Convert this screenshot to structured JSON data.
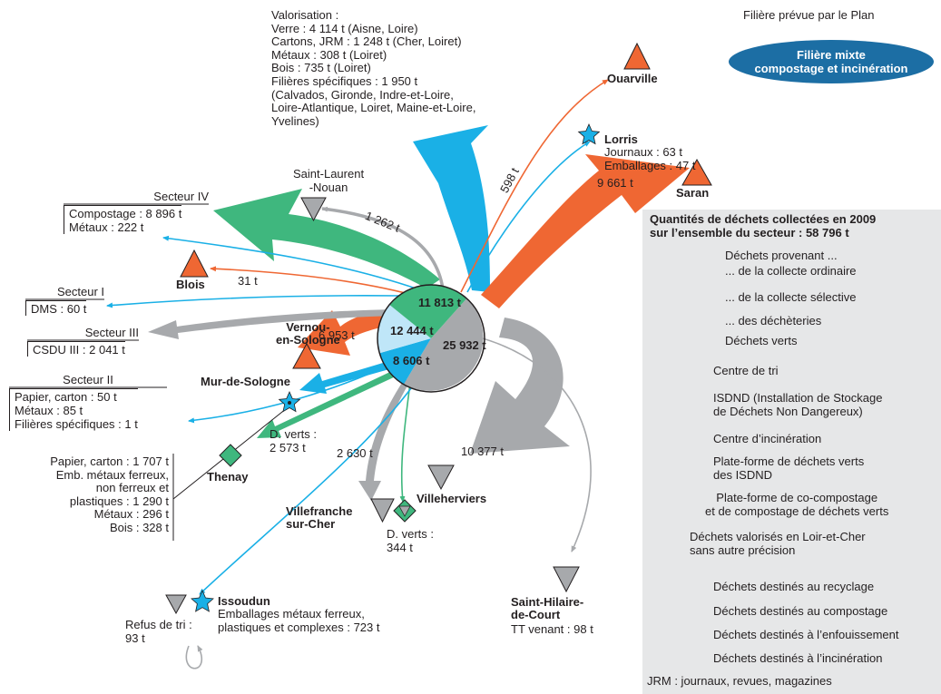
{
  "plan_label": "Filière prévue par le Plan",
  "plan_badge": "Filière mixte\ncompostage et incinération",
  "center_pie": {
    "values": {
      "ordinaire": "25 932 t",
      "verts": "11 813 t",
      "selective": "12 444 t",
      "decheteries": "8 606 t"
    },
    "colors": {
      "ordinaire": "#a7a9ac",
      "verts": "#3fb77e",
      "selective": "#bfe6f8",
      "decheteries": "#1ab0e6"
    }
  },
  "valorisation_text": "Valorisation :\nVerre : 4 114 t (Aisne, Loire)\nCartons, JRM : 1 248 t (Cher, Loiret)\nMétaux : 308 t (Loiret)\nBois : 735 t (Loiret)\nFilières spécifiques : 1 950 t\n(Calvados, Gironde, Indre-et-Loire,\nLoire-Atlantique, Loiret, Maine-et-Loire,\nYvelines)",
  "places": {
    "ouarville": "Ouarville",
    "lorris": "Lorris",
    "lorris_detail": "Journaux : 63 t\nEmballages : 47 t",
    "saran": "Saran",
    "saint_laurent": "Saint-Laurent\n-Nouan",
    "blois": "Blois",
    "vernou": "Vernou-\nen-Sologne",
    "mur": "Mur-de-Sologne",
    "thenay": "Thenay",
    "villefranche": "Villefranche\nsur-Cher",
    "villeherviers": "Villeherviers",
    "saint_hilaire": "Saint-Hilaire-\nde-Court",
    "saint_hilaire_detail": "TT venant : 98 t",
    "issoudun": "Issoudun",
    "issoudun_detail": "Emballages métaux ferreux,\nplastiques et complexes : 723 t",
    "refus": "Refus de tri :\n93 t"
  },
  "flows": {
    "ouarville": "598 t",
    "saran": "9 661 t",
    "saint_laurent": "1 262 t",
    "blois": "31 t",
    "vernou": "6 953 t",
    "thenay": "D. verts :\n2 573 t",
    "villefranche": "2 630 t",
    "dverts_villefranche": "D. verts :\n344 t",
    "villeherviers": "10 377 t"
  },
  "sectors": {
    "iv": {
      "title": "Secteur IV",
      "body": "Compostage : 8 896 t\nMétaux : 222 t"
    },
    "i": {
      "title": "Secteur I",
      "body": "DMS : 60 t"
    },
    "iii": {
      "title": "Secteur III",
      "body": "CSDU III : 2 041 t"
    },
    "ii": {
      "title": "Secteur II",
      "body": "Papier, carton : 50 t\nMétaux : 85 t\nFilières spécifiques : 1 t"
    }
  },
  "sud_text": "Papier, carton : 1 707 t\nEmb. métaux ferreux,\nnon ferreux et\nplastiques : 1 290 t\nMétaux : 296 t\nBois : 328 t",
  "legend": {
    "title": "Quantités de déchets collectées en 2009\nsur l’ensemble du secteur : 58 796 t",
    "pie_head": "Déchets provenant ...",
    "pie_l1": "... de la collecte ordinaire",
    "pie_l2": "... de la collecte sélective",
    "pie_l3": "... des déchèteries",
    "pie_l4": "Déchets verts",
    "centre_tri": "Centre de tri",
    "isdnd": "ISDND (Installation de Stockage\nde Déchets Non Dangereux)",
    "incineration": "Centre d’incinération",
    "pf_isdnd": "Plate-forme de déchets verts\ndes ISDND",
    "pf_cocomp": "Plate-forme de co-compostage\net de compostage de déchets verts",
    "valorises": "Déchets valorisés en Loir-et-Cher\nsans autre précision",
    "recyclage": "Déchets destinés au recyclage",
    "compostage": "Déchets destinés au compostage",
    "enfouissement": "Déchets destinés à l’enfouissement",
    "incineration_flow": "Déchets destinés à l’incinération",
    "jrm": "JRM : journaux, revues, magazines"
  },
  "colors": {
    "recyclage": "#1ab0e6",
    "compostage": "#3fb77e",
    "enfouissement": "#a7a9ac",
    "incineration": "#ef6733",
    "legend_bg": "#e6e7e8",
    "badge": "#1c6ea4"
  },
  "icons": {
    "star": "star-icon",
    "triangle_down": "isdnd-triangle-icon",
    "triangle_up": "incineration-triangle-icon",
    "diamond": "diamond-icon",
    "map": "loir-et-cher-map-icon"
  }
}
